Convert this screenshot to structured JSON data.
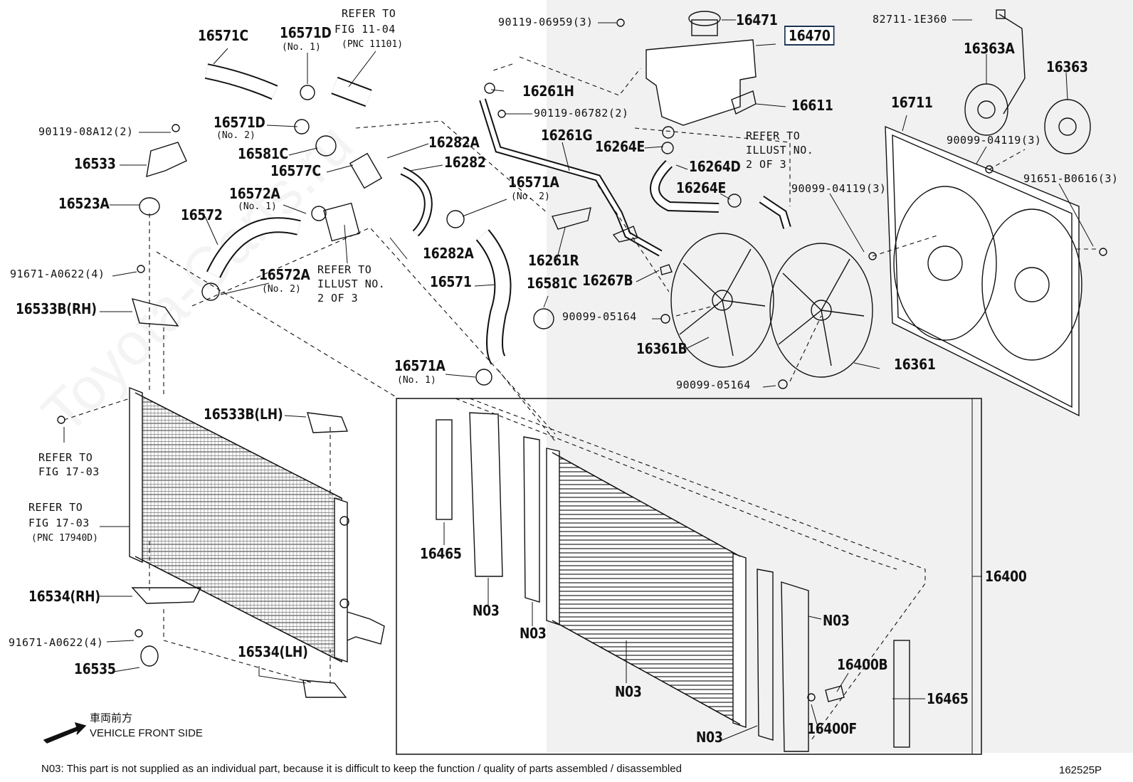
{
  "diagram_code": "162525P",
  "footnote": "N03: This part is not supplied as an individual part, because it is difficult to keep the function / quality of parts assembled / disassembled",
  "front_jp": "車両前方",
  "front_en": "VEHICLE FRONT SIDE",
  "watermark": "Toyota-Carts.ru",
  "labels": {
    "p16571C": "16571C",
    "p16571D_1": "16571D",
    "p16571D_1_note": "(No. 1)",
    "ref_11_04_a": "REFER TO",
    "ref_11_04_b": "FIG 11-04",
    "ref_11_04_c": "(PNC 11101)",
    "p90119_06959": "90119-06959(3)",
    "p16471": "16471",
    "p16470": "16470",
    "p82711": "82711-1E360",
    "p16363A": "16363A",
    "p16363": "16363",
    "p90119_08A12": "90119-08A12(2)",
    "p16571D_2": "16571D",
    "p16571D_2_note": "(No. 2)",
    "p16261H": "16261H",
    "p90119_06782": "90119-06782(2)",
    "p16611": "16611",
    "p16711": "16711",
    "p16533": "16533",
    "p16581C_a": "16581C",
    "p16577C": "16577C",
    "p16282A_a": "16282A",
    "p16282": "16282",
    "p16261G": "16261G",
    "p16264E_a": "16264E",
    "ref_illust_a1": "REFER TO",
    "ref_illust_a2": "ILLUST NO.",
    "ref_illust_a3": "2 OF 3",
    "p90099_04119_3": "90099-04119(3)",
    "p91651": "91651-B0616(3)",
    "p16523A": "16523A",
    "p16572A_1": "16572A",
    "p16572A_1_note": "(No. 1)",
    "p16571A_2": "16571A",
    "p16571A_2_note": "(No. 2)",
    "p16264D": "16264D",
    "p16264E_b": "16264E",
    "p90099_04119": "90099-04119(3)",
    "p16572": "16572",
    "p16282A_b": "16282A",
    "p16261R": "16261R",
    "p91671_a": "91671-A0622(4)",
    "ref_illust_b1": "REFER TO",
    "ref_illust_b2": "ILLUST NO.",
    "ref_illust_b3": "2 OF 3",
    "p16572A_2": "16572A",
    "p16572A_2_note": "(No. 2)",
    "p16571": "16571",
    "p16267B": "16267B",
    "p16581C_b": "16581C",
    "p16533B_RH": "16533B(RH)",
    "p90099_05164_a": "90099-05164",
    "p16361B": "16361B",
    "p16571A_1": "16571A",
    "p16571A_1_note": "(No. 1)",
    "p16361": "16361",
    "p90099_05164_b": "90099-05164",
    "p16533B_LH": "16533B(LH)",
    "ref_17_03_a1": "REFER TO",
    "ref_17_03_a2": "FIG 17-03",
    "ref_17_03_b1": "REFER TO",
    "ref_17_03_b2": "FIG 17-03",
    "ref_17_03_b3": "(PNC 17940D)",
    "p16465_a": "16465",
    "p16400": "16400",
    "pN03_a": "N03",
    "pN03_b": "N03",
    "p16534_RH": "16534(RH)",
    "pN03_c": "N03",
    "p91671_b": "91671-A0622(4)",
    "p16534_LH": "16534(LH)",
    "p16400B": "16400B",
    "p16535": "16535",
    "pN03_d": "N03",
    "p16465_b": "16465",
    "pN03_e": "N03",
    "p16400F": "16400F"
  }
}
